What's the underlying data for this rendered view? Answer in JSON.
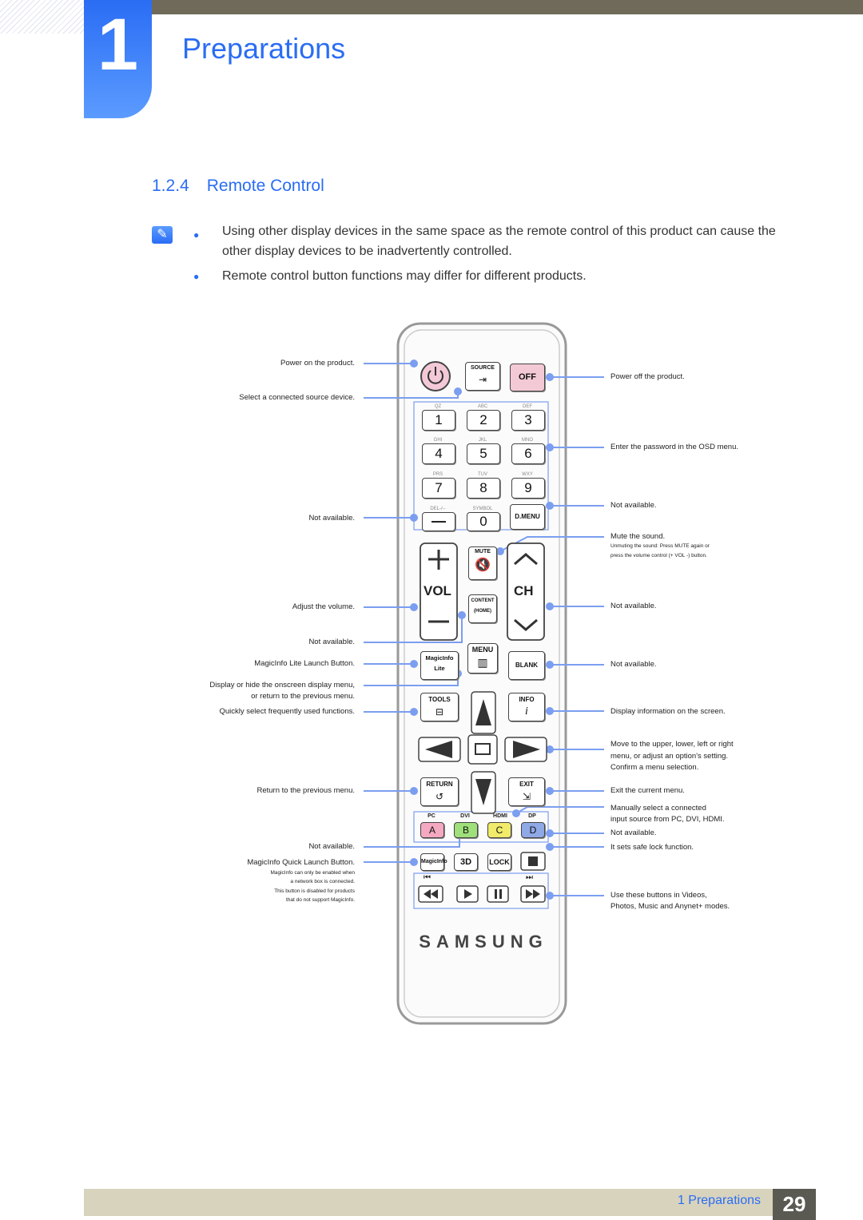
{
  "header": {
    "chapter_number": "1",
    "chapter_title": "Preparations"
  },
  "section": {
    "number": "1.2.4",
    "title": "Remote Control"
  },
  "notes": [
    "Using other display devices in the same space as the remote control of this product can cause the other display devices to be inadvertently controlled.",
    "Remote control button functions may differ for different products."
  ],
  "callouts_left": {
    "power_on": "Power on the product.",
    "source": "Select a connected source device.",
    "dash": "Not available.",
    "volume": "Adjust the volume.",
    "na_content": "Not available.",
    "magicinfo_lite": "MagicInfo Lite Launch Button.",
    "menu_1": "Display or hide the onscreen display menu,",
    "menu_2": "or return to the previous menu.",
    "tools": "Quickly select frequently used functions.",
    "return": "Return to the previous menu.",
    "na_b": "Not available.",
    "magicinfo_quick": "MagicInfo Quick Launch Button.",
    "magicinfo_note_1": "MagicInfo can only be enabled when",
    "magicinfo_note_2": "a network box is connected.",
    "magicinfo_note_3": "This button is disabled for products",
    "magicinfo_note_4": "that do not support MagicInfo."
  },
  "callouts_right": {
    "power_off": "Power off the product.",
    "password": "Enter the password in the OSD menu.",
    "dmenu": "Not available.",
    "mute": "Mute the sound.",
    "unmute_1": "Unmuting the sound: Press MUTE again or",
    "unmute_2": "press the volume control (+  VOL  -) button.",
    "channel": "Not available.",
    "blank": "Not available.",
    "info": "Display information on the screen.",
    "nav_1": "Move to the upper, lower, left or right",
    "nav_2": "menu, or adjust an option's setting.",
    "nav_3": "Confirm a menu selection.",
    "exit": "Exit the current menu.",
    "source_select_1": "Manually select a connected",
    "source_select_2": "input source from PC, DVI, HDMI.",
    "na_d": "Not available.",
    "lock": "It sets safe lock function.",
    "media_1": "Use these buttons in Videos,",
    "media_2": "Photos, Music and Anynet+ modes."
  },
  "remote": {
    "brand": "SAMSUNG",
    "source": "SOURCE",
    "off": "OFF",
    "digits": [
      {
        "num": "1",
        "letters": "QZ"
      },
      {
        "num": "2",
        "letters": "ABC"
      },
      {
        "num": "3",
        "letters": "DEF"
      },
      {
        "num": "4",
        "letters": "GHI"
      },
      {
        "num": "5",
        "letters": "JKL"
      },
      {
        "num": "6",
        "letters": "MNO"
      },
      {
        "num": "7",
        "letters": "PRS"
      },
      {
        "num": "8",
        "letters": "TUV"
      },
      {
        "num": "9",
        "letters": "WXY"
      }
    ],
    "del_label": "DEL-/--",
    "symbol_label": "SYMBOL",
    "zero": "0",
    "dmenu": "D.MENU",
    "mute": "MUTE",
    "vol": "VOL",
    "ch": "CH",
    "content": "CONTENT",
    "home": "(HOME)",
    "magicinfo": "MagicInfo",
    "lite": "Lite",
    "menu": "MENU",
    "blank": "BLANK",
    "tools": "TOOLS",
    "info": "INFO",
    "return": "RETURN",
    "exit": "EXIT",
    "src_labels": [
      "PC",
      "DVI",
      "HDMI",
      "DP"
    ],
    "colors": [
      "A",
      "B",
      "C",
      "D"
    ],
    "magicinfo_short": "MagicInfo",
    "three_d": "3D",
    "lock": "LOCK"
  },
  "footer": {
    "label": "1 Preparations",
    "page": "29"
  },
  "colors": {
    "accent": "#2a6df4",
    "callout_line": "#7b9ef0",
    "off_button": "#f4c9d6",
    "key_a": "#f4a9c0",
    "key_b": "#9fe07a",
    "key_c": "#f1ea6a",
    "key_d": "#8fa8e6"
  }
}
